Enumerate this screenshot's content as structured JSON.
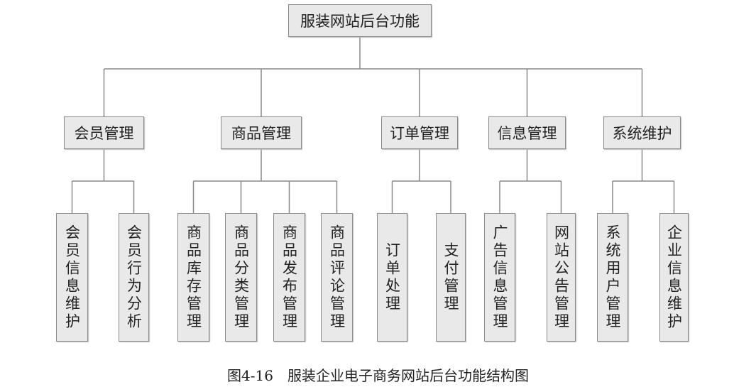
{
  "root": "服装网站后台功能",
  "modules": [
    {
      "label": "会员管理",
      "children": [
        "会员信息维护",
        "会员行为分析"
      ]
    },
    {
      "label": "商品管理",
      "children": [
        "商品库存管理",
        "商品分类管理",
        "商品发布管理",
        "商品评论管理"
      ]
    },
    {
      "label": "订单管理",
      "children": [
        "订单处理",
        "支付管理"
      ]
    },
    {
      "label": "信息管理",
      "children": [
        "广告信息管理",
        "网站公告管理"
      ]
    },
    {
      "label": "系统维护",
      "children": [
        "系统用户管理",
        "企业信息维护"
      ]
    }
  ],
  "caption": "图4-16　服装企业电子商务网站后台功能结构图"
}
